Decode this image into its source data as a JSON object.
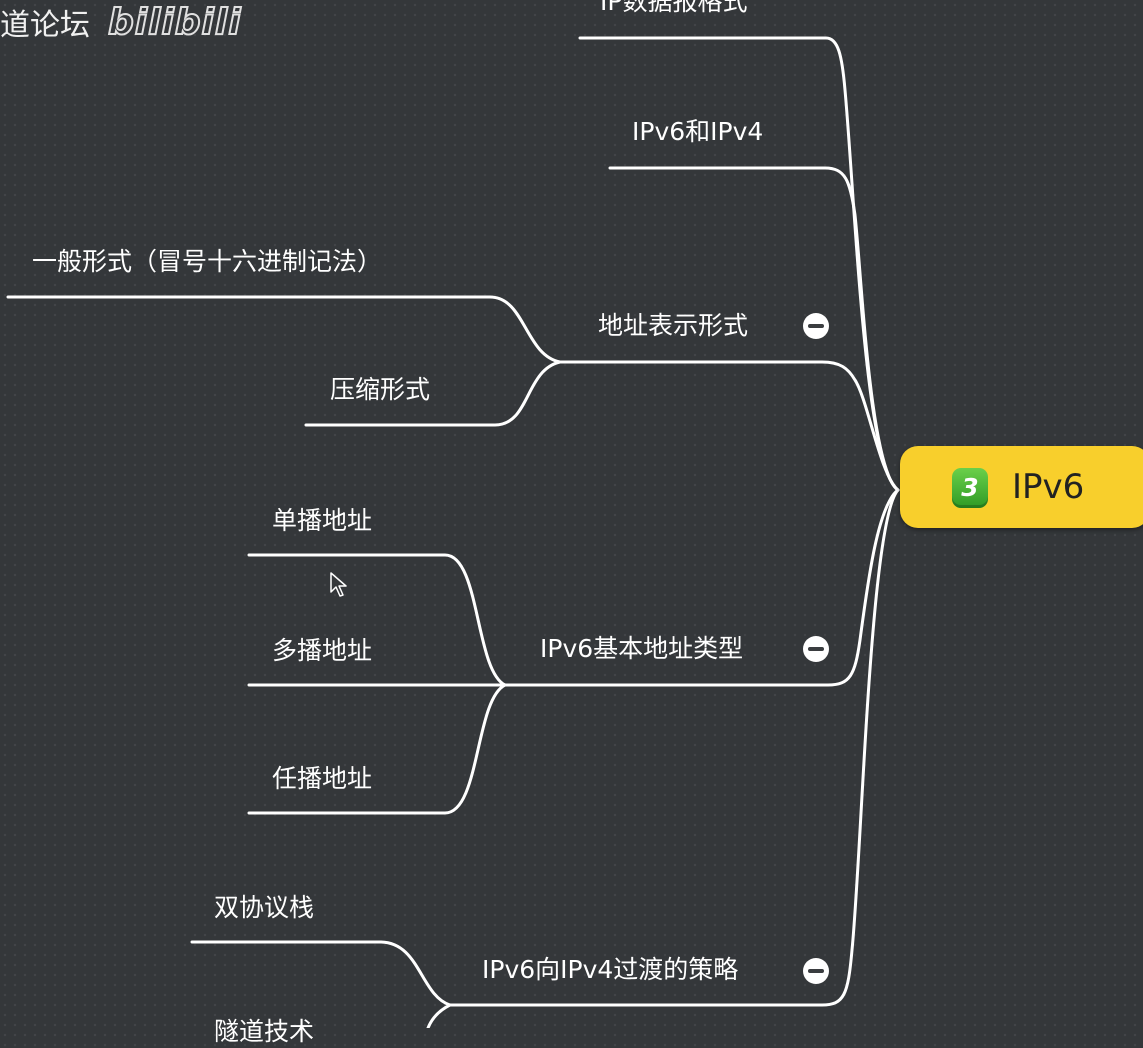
{
  "watermark": {
    "text": "道论坛",
    "logo": "bilibili"
  },
  "root": {
    "badge": "3",
    "label": "IPv6",
    "color": "#f8cf2c",
    "badge_color": "#3fae30"
  },
  "branches": [
    {
      "label": "IP数据报格式"
    },
    {
      "label": "IPv6和IPv4"
    },
    {
      "label": "地址表示形式",
      "collapse_icon": "minus-circle-icon",
      "children": [
        {
          "label": "一般形式（冒号十六进制记法）"
        },
        {
          "label": "压缩形式"
        }
      ]
    },
    {
      "label": "IPv6基本地址类型",
      "collapse_icon": "minus-circle-icon",
      "children": [
        {
          "label": "单播地址"
        },
        {
          "label": "多播地址"
        },
        {
          "label": "任播地址"
        }
      ]
    },
    {
      "label": "IPv6向IPv4过渡的策略",
      "collapse_icon": "minus-circle-icon",
      "children": [
        {
          "label": "双协议栈"
        },
        {
          "label": "隧道技术"
        }
      ]
    }
  ],
  "icons": {
    "cursor": "mouse-pointer-icon"
  }
}
